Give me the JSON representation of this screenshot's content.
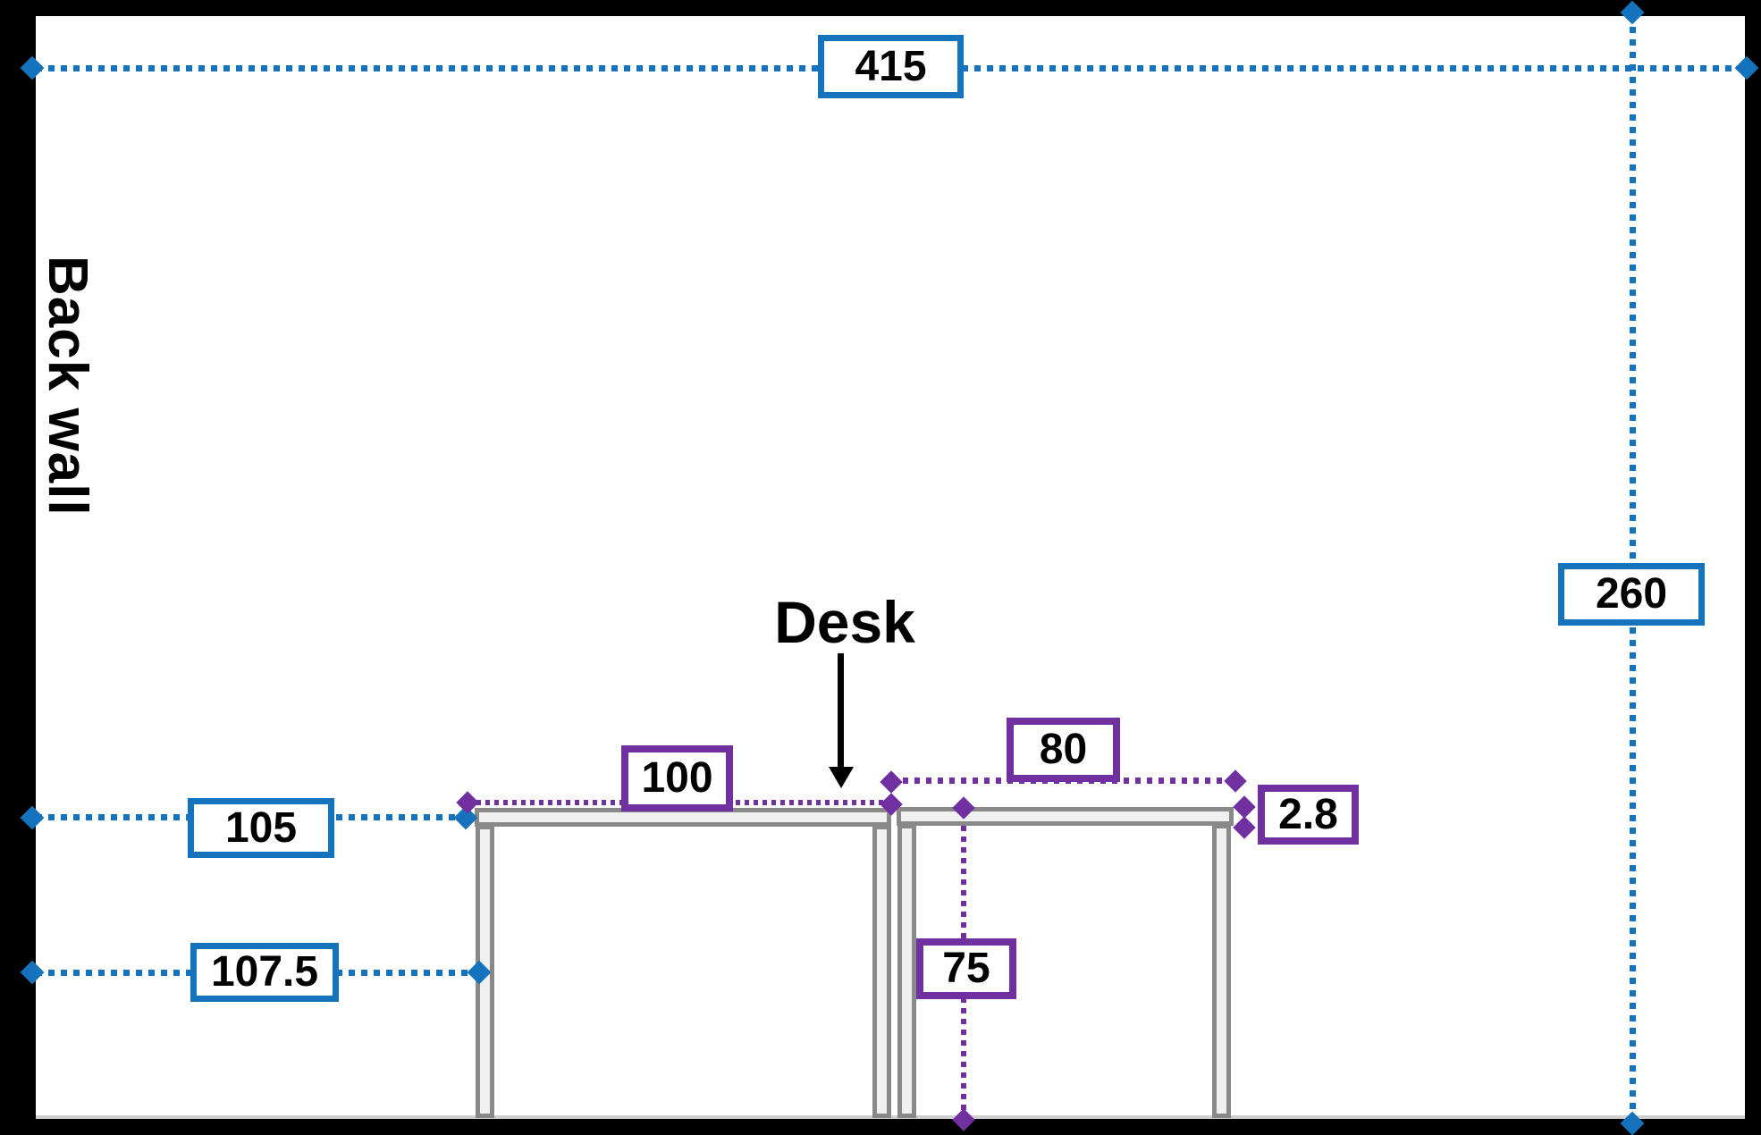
{
  "labels": {
    "back_wall": "Back wall",
    "desk": "Desk"
  },
  "dimensions": {
    "back_wall_width": "415",
    "back_wall_height": "260",
    "desk_surface_distance": "105",
    "desk_leg_distance": "107.5",
    "desk1_width": "100",
    "desk2_width": "80",
    "desktop_thickness": "2.8",
    "desk2_leg_height": "75"
  },
  "colors": {
    "dimension_blue": "#1573bd",
    "dimension_purple": "#7030a0",
    "desk_fill": "#f0f0f0",
    "desk_border": "#898989",
    "wall_black": "#000000",
    "background_white": "#ffffff"
  }
}
